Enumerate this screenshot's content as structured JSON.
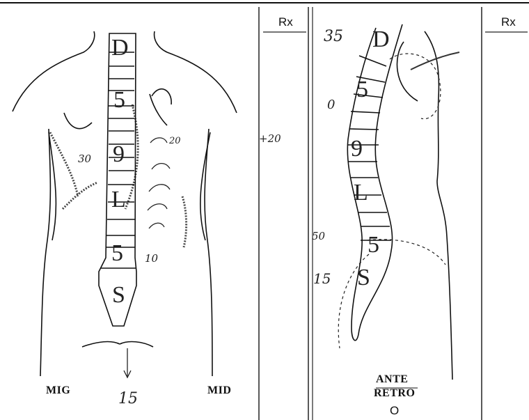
{
  "back_view": {
    "label_left": "MIG",
    "label_right": "MID",
    "vertebrae": [
      "D",
      "5",
      "9",
      "L",
      "5",
      "S"
    ],
    "handwritten": [
      "30",
      "20",
      "10",
      "15"
    ]
  },
  "rx_column_1": {
    "header": "Rx",
    "note": "+20"
  },
  "side_view": {
    "vertebrae": [
      "D",
      "5",
      "9",
      "L",
      "5",
      "S"
    ],
    "handwritten": [
      "35",
      "0",
      "50",
      "15"
    ],
    "ante_label": "ANTE",
    "retro_label": "RETRO",
    "circle_symbol": "O"
  },
  "rx_column_2": {
    "header": "Rx"
  }
}
